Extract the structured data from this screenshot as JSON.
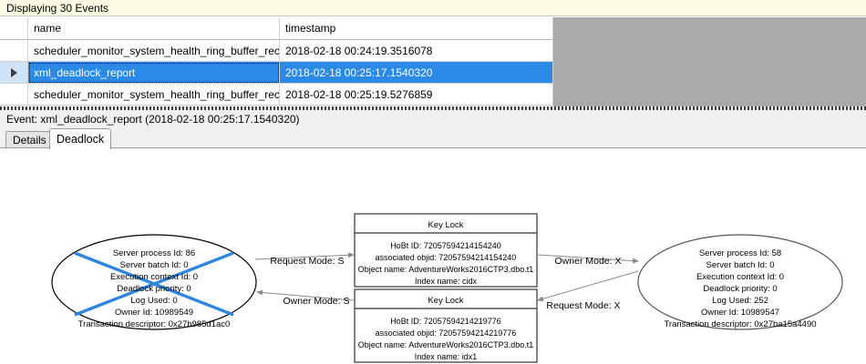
{
  "status_bar": {
    "text": "Displaying 30 Events"
  },
  "grid": {
    "columns": [
      "",
      "name",
      "timestamp"
    ],
    "rows": [
      {
        "selector": "",
        "name": "scheduler_monitor_system_health_ring_buffer_recorded",
        "timestamp": "2018-02-18 00:24:19.3516078",
        "selected": false
      },
      {
        "selector": "▶",
        "name": "xml_deadlock_report",
        "timestamp": "2018-02-18 00:25:17.1540320",
        "selected": true
      },
      {
        "selector": "",
        "name": "scheduler_monitor_system_health_ring_buffer_recorded",
        "timestamp": "2018-02-18 00:25:19.5276859",
        "selected": false
      }
    ]
  },
  "event_header": {
    "text": "Event: xml_deadlock_report (2018-02-18 00:25:17.1540320)"
  },
  "tabs": [
    {
      "label": "Details",
      "active": false
    },
    {
      "label": "Deadlock",
      "active": true
    }
  ],
  "deadlock_graph": {
    "victim_color": "#2f86de",
    "node_color": "#000000",
    "edge_color": "#7a7a7a",
    "left_process": {
      "is_victim": true,
      "lines": [
        "Server process Id: 86",
        "Server batch Id: 0",
        "Execution context Id: 0",
        "Deadlock priority: 0",
        "Log Used: 0",
        "Owner Id: 10989549",
        "Transaction descriptor: 0x27b985d1ac0"
      ]
    },
    "right_process": {
      "is_victim": false,
      "lines": [
        "Server process Id: 58",
        "Server batch Id: 0",
        "Execution context Id: 0",
        "Deadlock priority: 0",
        "Log Used: 252",
        "Owner Id: 10989547",
        "Transaction descriptor: 0x27ba15a4490"
      ]
    },
    "top_lock": {
      "title": "Key Lock",
      "lines": [
        "HoBt ID: 72057594214154240",
        "associated objid: 72057594214154240",
        "Object name: AdventureWorks2016CTP3.dbo.t1",
        "Index name: cidx"
      ]
    },
    "bottom_lock": {
      "title": "Key Lock",
      "lines": [
        "HoBt ID: 72057594214219776",
        "associated objid: 72057594214219776",
        "Object name: AdventureWorks2016CTP3.dbo.t1",
        "Index name: idx1"
      ]
    },
    "edges": [
      {
        "label": "Request Mode: S"
      },
      {
        "label": "Owner Mode: X"
      },
      {
        "label": "Owner Mode: S"
      },
      {
        "label": "Request Mode: X"
      }
    ]
  }
}
